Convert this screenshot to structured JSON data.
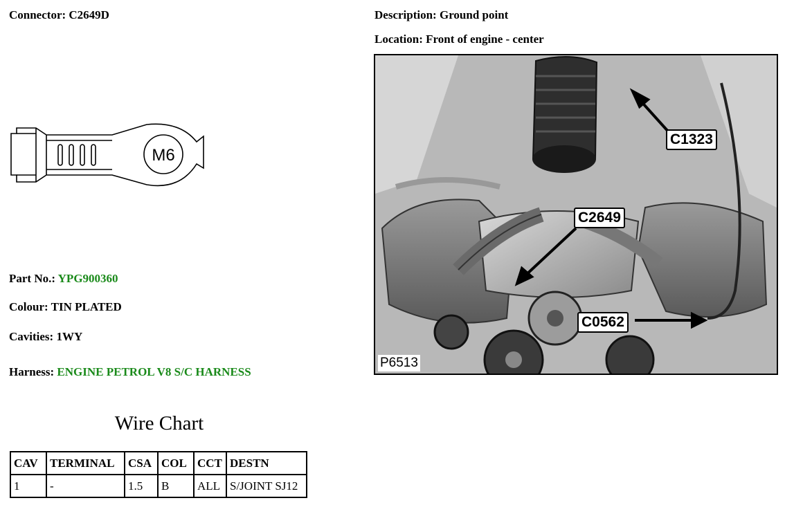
{
  "connector": {
    "label": "Connector:",
    "value": "C2649D"
  },
  "description": {
    "label": "Description:",
    "value": "Ground point"
  },
  "location": {
    "label": "Location:",
    "value": "Front of engine - center"
  },
  "diagram": {
    "stud_marking": "M6"
  },
  "part_no": {
    "label": "Part No.:",
    "value": "YPG900360"
  },
  "colour": {
    "label": "Colour:",
    "value": "TIN PLATED"
  },
  "cavities": {
    "label": "Cavities:",
    "value": "1WY"
  },
  "harness": {
    "label": "Harness:",
    "value": "ENGINE PETROL V8 S/C HARNESS"
  },
  "wire_chart": {
    "title": "Wire Chart",
    "headers": [
      "CAV",
      "TERMINAL",
      "CSA",
      "COL",
      "CCT",
      "DESTN"
    ],
    "rows": [
      [
        "1",
        "-",
        "1.5",
        "B",
        "ALL",
        "S/JOINT SJ12"
      ]
    ]
  },
  "photo": {
    "reference": "P6513",
    "callouts": [
      "C1323",
      "C2649",
      "C0562"
    ]
  },
  "colors": {
    "link_green": "#1a8a1a"
  }
}
